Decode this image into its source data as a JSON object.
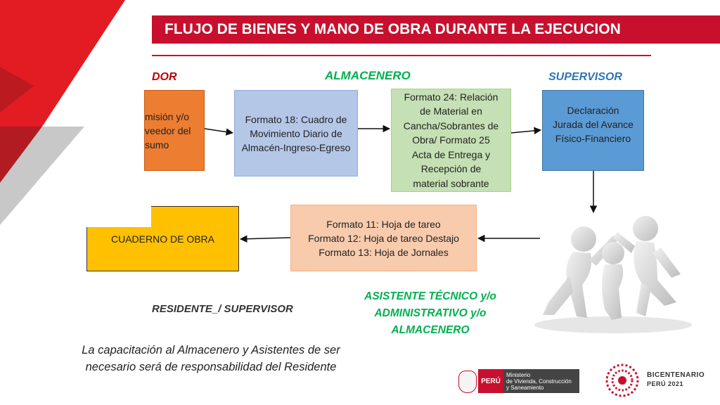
{
  "title": "FLUJO DE BIENES Y MANO DE OBRA DURANTE LA EJECUCION",
  "roles": {
    "left_truncated": "DOR",
    "almacenero": "ALMACENERO",
    "supervisor": "SUPERVISOR",
    "residente_supervisor": "RESIDENTE_/ SUPERVISOR",
    "asistente": "ASISTENTE TÉCNICO y/o\nADMINISTRATIVO y/o\nALMACENERO"
  },
  "boxes": {
    "orange": "misión y/o\nveedor del\nsumo",
    "formato18": "Formato 18: Cuadro de\nMovimiento Diario de\nAlmacén-Ingreso-Egreso",
    "formato24": "Formato 24: Relación\nde Material en\nCancha/Sobrantes de\nObra/ Formato 25\nActa de Entrega y\nRecepción de\nmaterial sobrante",
    "declaracion": "Declaración\nJurada del Avance\nFísico-Financiero",
    "formato11": "Formato 11: Hoja de tareo\nFormato 12: Hoja de tareo Destajo\nFormato 13: Hoja de Jornales",
    "cuaderno": "CUADERNO DE OBRA"
  },
  "caption": "La capacitación al Almacenero y Asistentes de ser\nnecesario será de responsabilidad del Residente",
  "footer": {
    "peru": "PERÚ",
    "ministerio": "Ministerio\nde Vivienda, Construcción\ny Saneamiento",
    "bicentenario": "BICENTENARIO",
    "peru2021": "PERÚ 2021"
  },
  "colors": {
    "brand_red": "#c8102e",
    "orange_box": "#ed7d31",
    "blue_box": "#b4c7e7",
    "green_box": "#c5e0b4",
    "steel_blue_box": "#5b9bd5",
    "salmon_box": "#f8cbad",
    "yellow_box": "#ffc000",
    "green_text": "#00b050"
  }
}
